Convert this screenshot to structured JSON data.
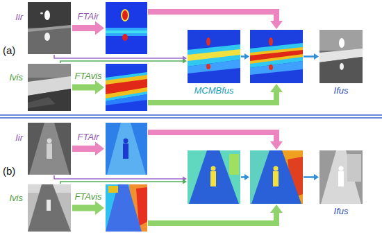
{
  "diagram": {
    "nodes": [
      {
        "text": [
          "Iir"
        ]
      },
      {
        "text": []
      },
      {
        "text": [
          "Ivis"
        ]
      },
      {
        "text": []
      },
      {
        "text": [
          "MCMBfus"
        ]
      },
      {
        "text": []
      },
      {
        "text": [
          "Ifus"
        ]
      },
      {
        "text": [
          "Iir"
        ]
      },
      {
        "text": []
      },
      {
        "text": [
          "Ivis"
        ]
      },
      {
        "text": []
      },
      {
        "text": []
      },
      {
        "text": []
      },
      {
        "text": [
          "Ifus"
        ]
      }
    ],
    "edges": [
      {
        "from": 0,
        "to": 1,
        "arrow": "to",
        "label": "FTAir"
      },
      {
        "from": 2,
        "to": 3,
        "arrow": "to",
        "label": "FTAvis"
      },
      {
        "from": 0,
        "to": 4,
        "arrow": "to"
      },
      {
        "from": 2,
        "to": 4,
        "arrow": "to"
      },
      {
        "from": 4,
        "to": 5,
        "arrow": "to"
      },
      {
        "from": 1,
        "to": 5,
        "arrow": "to"
      },
      {
        "from": 3,
        "to": 5,
        "arrow": "to"
      },
      {
        "from": 5,
        "to": 6,
        "arrow": "to"
      },
      {
        "from": 7,
        "to": 8,
        "arrow": "to",
        "label": "FTAir"
      },
      {
        "from": 9,
        "to": 10,
        "arrow": "to",
        "label": "FTAvis"
      },
      {
        "from": 7,
        "to": 11,
        "arrow": "to"
      },
      {
        "from": 9,
        "to": 11,
        "arrow": "to"
      },
      {
        "from": 11,
        "to": 12,
        "arrow": "to"
      },
      {
        "from": 8,
        "to": 12,
        "arrow": "to"
      },
      {
        "from": 10,
        "to": 12,
        "arrow": "to"
      },
      {
        "from": 12,
        "to": 13,
        "arrow": "to"
      }
    ],
    "labels": [
      "(a)",
      "(b)"
    ]
  }
}
